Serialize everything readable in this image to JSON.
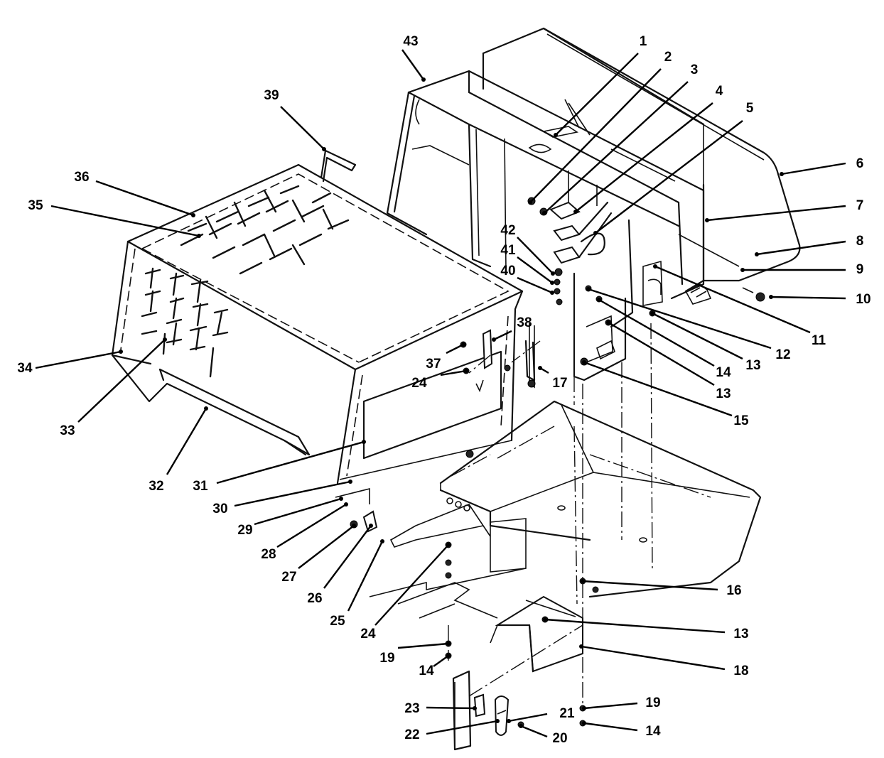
{
  "callouts": [
    {
      "id": "c1",
      "label": "1"
    },
    {
      "id": "c2",
      "label": "2"
    },
    {
      "id": "c3",
      "label": "3"
    },
    {
      "id": "c4",
      "label": "4"
    },
    {
      "id": "c5",
      "label": "5"
    },
    {
      "id": "c6",
      "label": "6"
    },
    {
      "id": "c7",
      "label": "7"
    },
    {
      "id": "c8",
      "label": "8"
    },
    {
      "id": "c9",
      "label": "9"
    },
    {
      "id": "c10",
      "label": "10"
    },
    {
      "id": "c11",
      "label": "11"
    },
    {
      "id": "c12",
      "label": "12"
    },
    {
      "id": "c13a",
      "label": "13"
    },
    {
      "id": "c14a",
      "label": "14"
    },
    {
      "id": "c13b",
      "label": "13"
    },
    {
      "id": "c15",
      "label": "15"
    },
    {
      "id": "c16",
      "label": "16"
    },
    {
      "id": "c13c",
      "label": "13"
    },
    {
      "id": "c18",
      "label": "18"
    },
    {
      "id": "c19b",
      "label": "19"
    },
    {
      "id": "c14c",
      "label": "14"
    },
    {
      "id": "c21",
      "label": "21"
    },
    {
      "id": "c20",
      "label": "20"
    },
    {
      "id": "c23",
      "label": "23"
    },
    {
      "id": "c22",
      "label": "22"
    },
    {
      "id": "c14b",
      "label": "14"
    },
    {
      "id": "c19a",
      "label": "19"
    },
    {
      "id": "c24b",
      "label": "24"
    },
    {
      "id": "c25",
      "label": "25"
    },
    {
      "id": "c26",
      "label": "26"
    },
    {
      "id": "c27",
      "label": "27"
    },
    {
      "id": "c28",
      "label": "28"
    },
    {
      "id": "c29",
      "label": "29"
    },
    {
      "id": "c30",
      "label": "30"
    },
    {
      "id": "c31",
      "label": "31"
    },
    {
      "id": "c32",
      "label": "32"
    },
    {
      "id": "c33",
      "label": "33"
    },
    {
      "id": "c34",
      "label": "34"
    },
    {
      "id": "c35",
      "label": "35"
    },
    {
      "id": "c36",
      "label": "36"
    },
    {
      "id": "c39",
      "label": "39"
    },
    {
      "id": "c43",
      "label": "43"
    },
    {
      "id": "c42",
      "label": "42"
    },
    {
      "id": "c41",
      "label": "41"
    },
    {
      "id": "c40",
      "label": "40"
    },
    {
      "id": "c38",
      "label": "38"
    },
    {
      "id": "c37",
      "label": "37"
    },
    {
      "id": "c24a",
      "label": "24"
    },
    {
      "id": "c17",
      "label": "17"
    }
  ]
}
